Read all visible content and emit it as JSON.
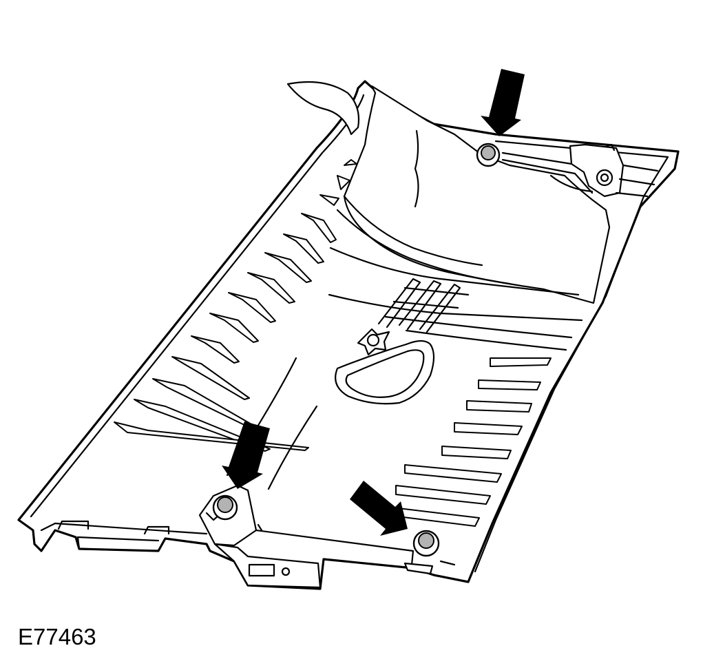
{
  "figure": {
    "reference_code": "E77463",
    "colors": {
      "line": "#000000",
      "background": "#ffffff",
      "fastener_fill": "#b3b3b3"
    },
    "callouts": [
      {
        "name": "arrow-top",
        "points_to": "fastener-top-right"
      },
      {
        "name": "arrow-left",
        "points_to": "fastener-bottom-left"
      },
      {
        "name": "arrow-right",
        "points_to": "fastener-bottom-right"
      }
    ],
    "fasteners": [
      "fastener-top-right",
      "fastener-bottom-left",
      "fastener-bottom-right"
    ]
  }
}
